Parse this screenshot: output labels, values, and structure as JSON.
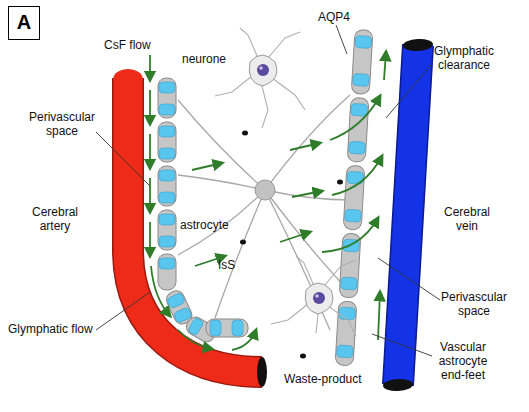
{
  "diagram": {
    "nodes": [
      {
        "text": [
          "A"
        ]
      }
    ],
    "labels": [
      "CsF flow",
      "AQP4",
      "Glymphatic clearance",
      "neurone",
      "Perivascular space",
      "Cerebral artery",
      "astrocyte",
      "IsS",
      "Glymphatic flow",
      "Waste-product",
      "Cerebral vein",
      "Perivascular space",
      "Vascular astrocyte end-feet"
    ]
  }
}
